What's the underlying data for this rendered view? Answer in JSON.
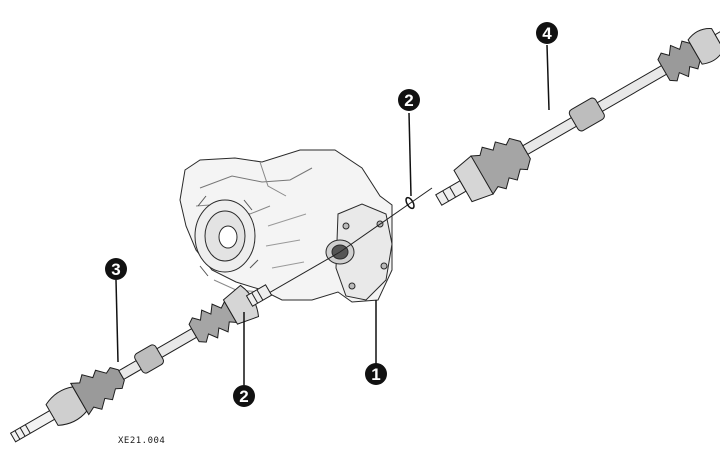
{
  "diagram": {
    "reference_code": "XE21.004",
    "callouts": [
      {
        "id": "callout-1",
        "number": "1"
      },
      {
        "id": "callout-2a",
        "number": "2"
      },
      {
        "id": "callout-2b",
        "number": "2"
      },
      {
        "id": "callout-3",
        "number": "3"
      },
      {
        "id": "callout-4",
        "number": "4"
      }
    ],
    "colors": {
      "ink": "#111111",
      "callout_fill": "#111111",
      "background": "#ffffff",
      "shade": "#d9d9d9"
    }
  }
}
